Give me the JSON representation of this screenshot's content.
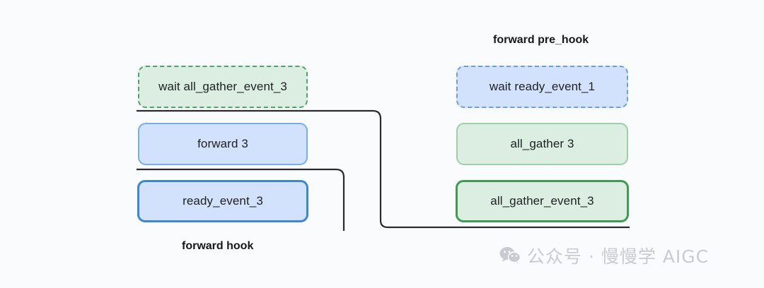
{
  "diagram": {
    "title_hidden": "",
    "background_color": "#fafbfc",
    "palette": {
      "green_fill": "#dceee2",
      "blue_fill": "#d2e2fc",
      "green_border_light": "#9ccfaa",
      "green_border_dark": "#3f9b52",
      "green_border_dashed": "#4ea368",
      "blue_border_light": "#77aee3",
      "blue_border_dark": "#3d87cf",
      "blue_border_dashed": "#6c9fe0",
      "connector_color": "#2b2b2e",
      "text_color": "#1d1f22",
      "watermark_color": "#c8ccd2"
    },
    "left_column": {
      "caption": "forward hook",
      "nodes": [
        {
          "id": "wait-all-gather-event-3",
          "label": "wait all_gather_event_3",
          "style": "green dashed"
        },
        {
          "id": "forward-3",
          "label": "forward 3",
          "style": "blue solid thin"
        },
        {
          "id": "ready-event-3",
          "label": "ready_event_3",
          "style": "blue solid thick"
        }
      ]
    },
    "right_column": {
      "caption": "forward pre_hook",
      "nodes": [
        {
          "id": "wait-ready-event-1",
          "label": "wait ready_event_1",
          "style": "blue dashed"
        },
        {
          "id": "all-gather-3",
          "label": "all_gather 3",
          "style": "green solid thin"
        },
        {
          "id": "all-gather-event-3",
          "label": "all_gather_event_3",
          "style": "green solid thick"
        }
      ]
    },
    "connectors": [
      {
        "id": "connector-upper",
        "from": "forward-3-top",
        "to": "all-gather-event-3-bottom"
      },
      {
        "id": "connector-lower",
        "from": "ready-event-3-top",
        "to": "open-end"
      }
    ],
    "watermark": {
      "icon": "wechat-icon",
      "text": "公众号 · 慢慢学 AIGC"
    }
  }
}
